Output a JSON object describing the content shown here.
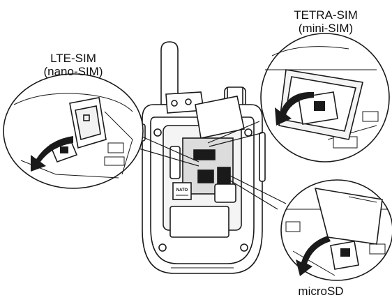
{
  "labels": {
    "lte_line1": "LTE-SIM",
    "lte_line2": "(nano-SIM)",
    "tetra_line1": "TETRA-SIM",
    "tetra_line2": "(mini-SIM)",
    "microsd": "microSD"
  },
  "device": {
    "nato_badge": "NATO"
  },
  "colors": {
    "line": "#1a1a1a",
    "fill_light": "#ffffff",
    "fill_mid": "#e9e9e9",
    "fill_dark": "#1a1a1a"
  }
}
